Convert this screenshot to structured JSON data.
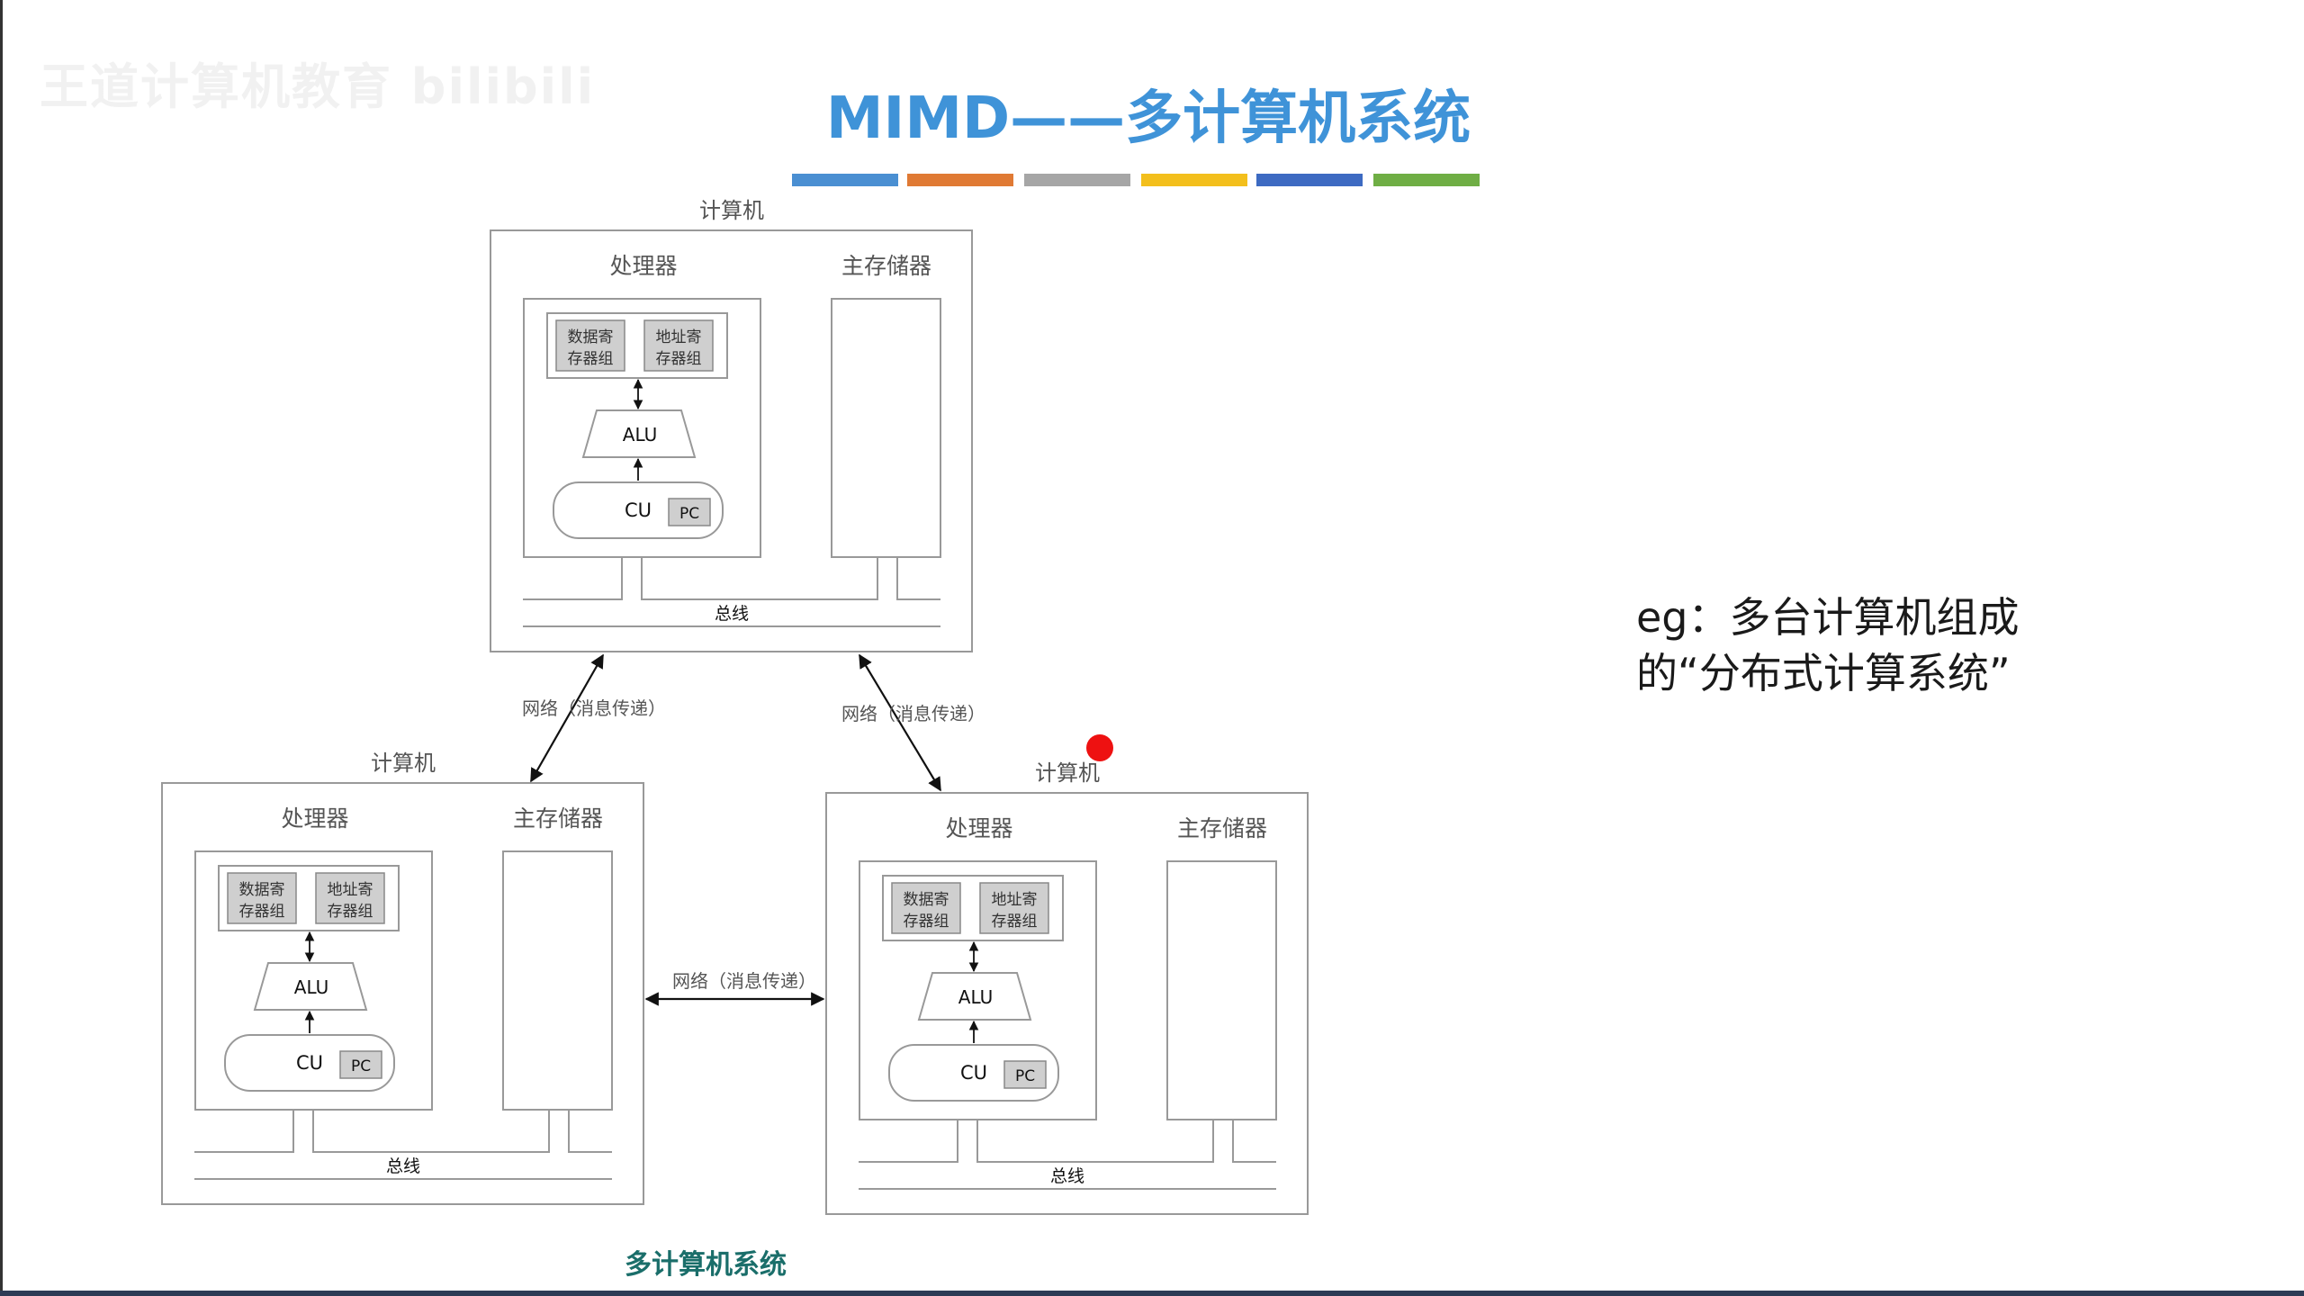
{
  "watermark": "王道计算机教育 bilibili",
  "title": "MIMD——多计算机系统",
  "color_bars": [
    "#4a8fd2",
    "#e07a34",
    "#a6a6a6",
    "#f3bf1c",
    "#3d6ac2",
    "#6fae45"
  ],
  "computer_label": "计算机",
  "processor_label": "处理器",
  "memory_label": "主存储器",
  "data_reg_line1": "数据寄",
  "data_reg_line2": "存器组",
  "addr_reg_line1": "地址寄",
  "addr_reg_line2": "存器组",
  "alu_label": "ALU",
  "cu_label": "CU",
  "pc_label": "PC",
  "bus_label": "总线",
  "network_label": "网络（消息传递）",
  "note_line1": "eg：多台计算机组成",
  "note_line2": "的“分布式计算系统”",
  "caption": "多计算机系统"
}
